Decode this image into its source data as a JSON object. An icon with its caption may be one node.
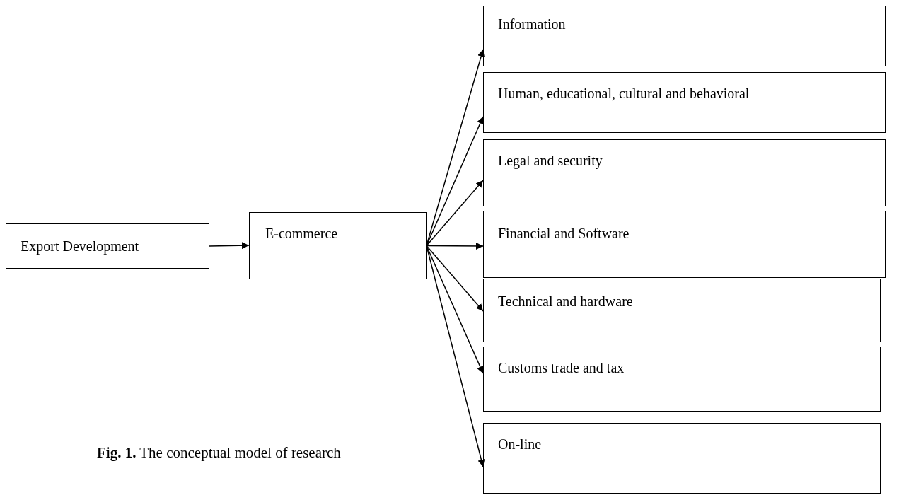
{
  "diagram": {
    "caption": "**Fig. 1.** The conceptual model of research",
    "nodes": [
      {
        "text": [
          "Export Development"
        ]
      },
      {
        "text": [
          "E-commerce"
        ]
      },
      {
        "text": [
          "Information"
        ]
      },
      {
        "text": [
          "Human, educational, cultural and behavioral"
        ]
      },
      {
        "text": [
          "Legal and security"
        ]
      },
      {
        "text": [
          "Financial and Software"
        ]
      },
      {
        "text": [
          "Technical and hardware"
        ]
      },
      {
        "text": [
          "Customs trade and tax"
        ]
      },
      {
        "text": [
          "On-line"
        ]
      }
    ],
    "edges": [
      {
        "from": 0,
        "to": 1,
        "arrow": "to"
      },
      {
        "from": 1,
        "to": 2,
        "arrow": "to"
      },
      {
        "from": 1,
        "to": 3,
        "arrow": "to"
      },
      {
        "from": 1,
        "to": 4,
        "arrow": "to"
      },
      {
        "from": 1,
        "to": 5,
        "arrow": "to"
      },
      {
        "from": 1,
        "to": 6,
        "arrow": "to"
      },
      {
        "from": 1,
        "to": 7,
        "arrow": "to"
      },
      {
        "from": 1,
        "to": 8,
        "arrow": "to"
      }
    ]
  }
}
